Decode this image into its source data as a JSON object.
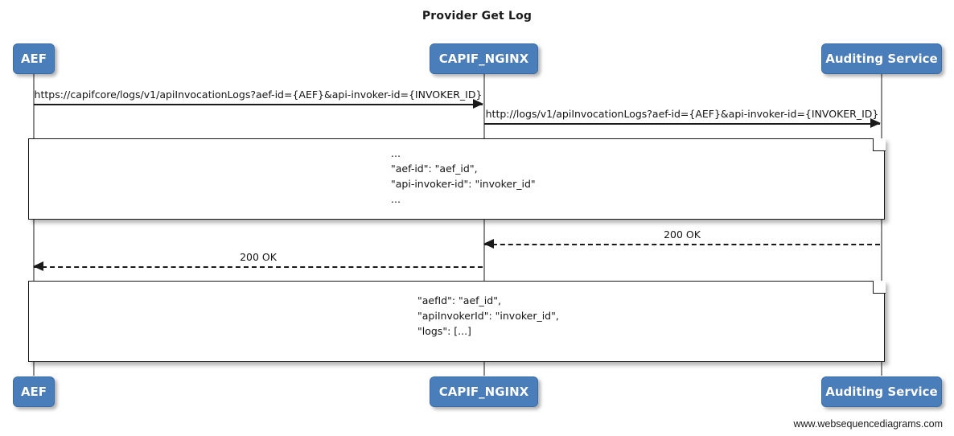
{
  "diagram": {
    "title": "Provider Get Log",
    "footer": "www.websequencediagrams.com",
    "accent_color": "#4a7ebb",
    "line_color": "#1a1a1a",
    "lifeline_color": "#8c8c8c"
  },
  "participants": [
    {
      "id": "aef",
      "label": "AEF"
    },
    {
      "id": "capif_nginx",
      "label": "CAPIF_NGINX"
    },
    {
      "id": "auditing_service",
      "label": "Auditing Service"
    }
  ],
  "messages": [
    {
      "id": "msg-1",
      "from": "aef",
      "to": "capif_nginx",
      "label": "https://capifcore/logs/v1/apiInvocationLogs?aef-id={AEF}&api-invoker-id={INVOKER_ID}",
      "style": "solid",
      "direction": "right"
    },
    {
      "id": "msg-2",
      "from": "capif_nginx",
      "to": "auditing_service",
      "label": "http://logs/v1/apiInvocationLogs?aef-id={AEF}&api-invoker-id={INVOKER_ID}",
      "style": "solid",
      "direction": "right"
    },
    {
      "id": "msg-3",
      "from": "auditing_service",
      "to": "capif_nginx",
      "label": "200 OK",
      "style": "dashed",
      "direction": "left"
    },
    {
      "id": "msg-4",
      "from": "capif_nginx",
      "to": "aef",
      "label": "200 OK",
      "style": "dashed",
      "direction": "left"
    }
  ],
  "notes": [
    {
      "id": "note-1",
      "lines": [
        "...",
        "\"aef-id\": \"aef_id\",",
        "\"api-invoker-id\": \"invoker_id\"",
        "...",
        ""
      ],
      "text": "...\n\"aef-id\": \"aef_id\",\n\"api-invoker-id\": \"invoker_id\"\n..."
    },
    {
      "id": "note-2",
      "lines": [
        "\"aefId\": \"aef_id\",",
        "\"apiInvokerId\": \"invoker_id\",",
        "\"logs\": [...]"
      ],
      "text": "\"aefId\": \"aef_id\",\n\"apiInvokerId\": \"invoker_id\",\n\"logs\": [...]"
    }
  ]
}
